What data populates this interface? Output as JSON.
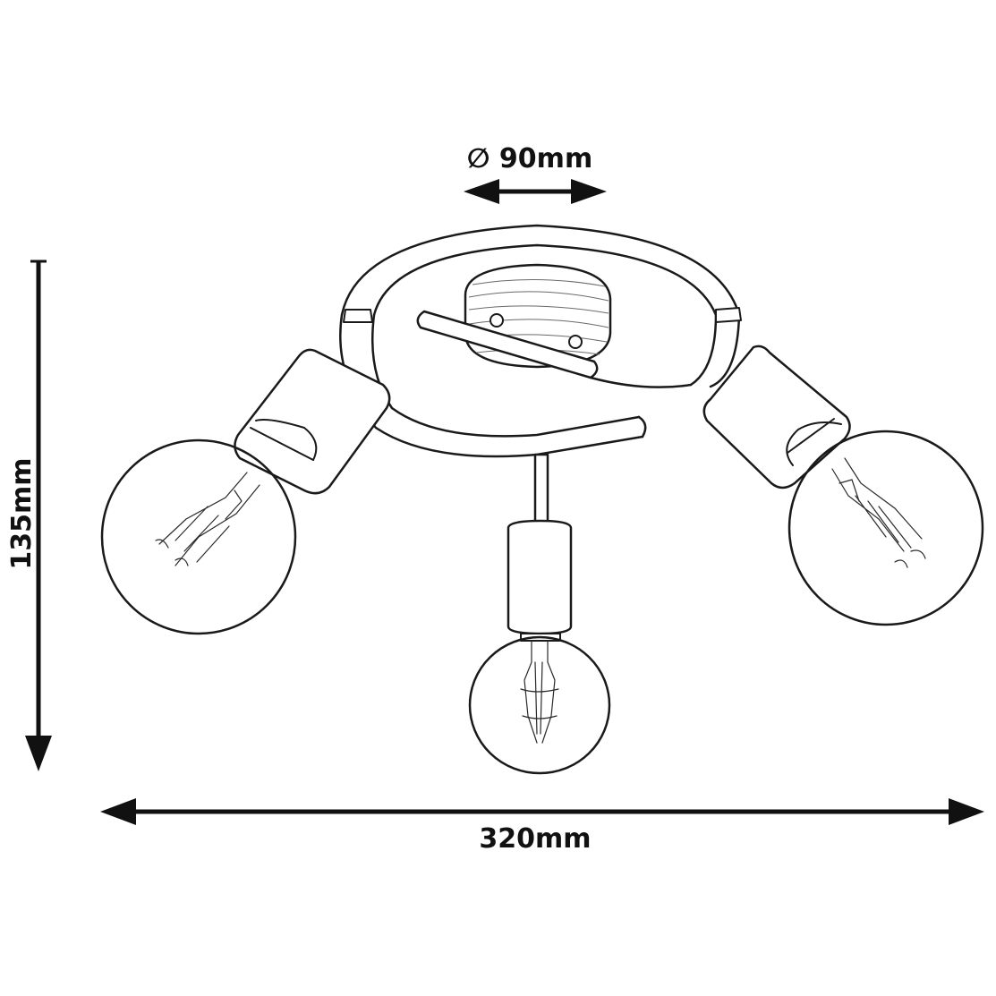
{
  "dimensions": {
    "diameter_label": "∅ 90mm",
    "height_label": "135mm",
    "width_label": "320mm"
  },
  "colors": {
    "ink": "#1a1a1a",
    "background": "#ffffff"
  }
}
